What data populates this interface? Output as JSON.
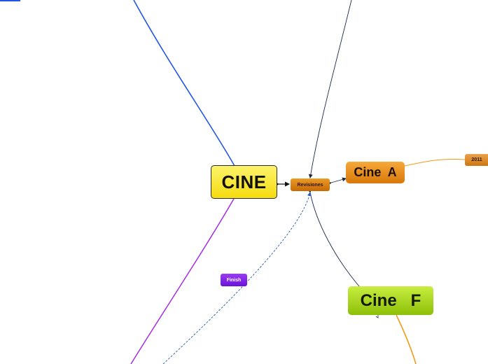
{
  "map": {
    "central": {
      "label": "CINE"
    },
    "revisiones": {
      "label": "Revisiones"
    },
    "cine_a": {
      "label": "Cine  A"
    },
    "year": {
      "label": "2011"
    },
    "cine_f": {
      "label": "Cine   F"
    },
    "finish": {
      "label": "Finish"
    }
  },
  "colors": {
    "central": "#f9e330",
    "revisiones": "#d97b10",
    "cine_a": "#ea8f1e",
    "year": "#dd8a2a",
    "cine_f": "#a8d620",
    "finish": "#7b22e6",
    "branch_blue": "#1f54e6",
    "branch_purple": "#a321e6",
    "branch_orange": "#f29a1a",
    "link_navy": "#1b2a4a",
    "link_dashed": "#2a5dae"
  }
}
